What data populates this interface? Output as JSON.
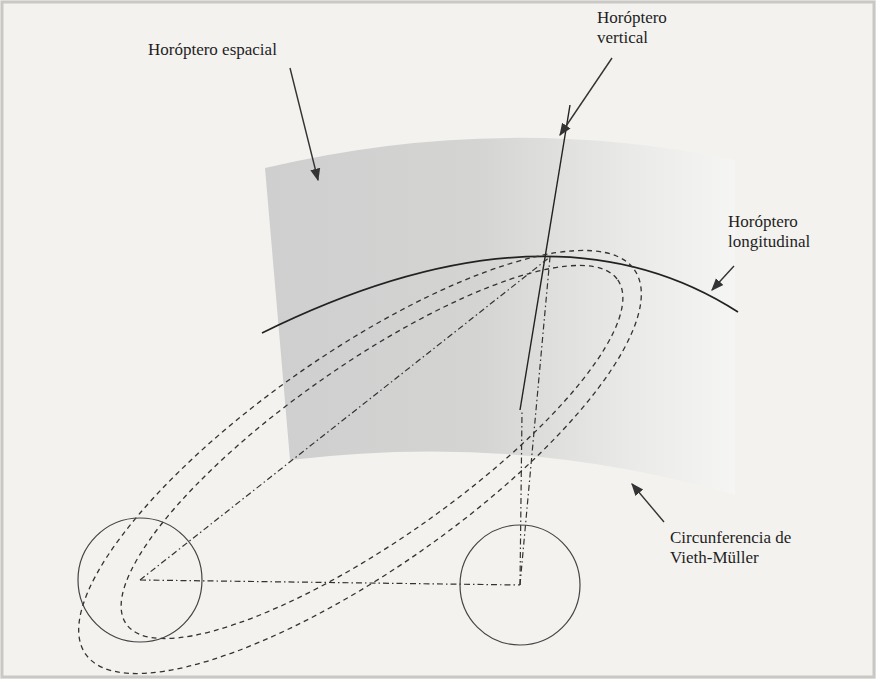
{
  "diagram": {
    "labels": [
      "Horóptero espacial",
      "Horóptero vertical",
      "Horóptero longitudinal",
      "Circunferencia de Vieth-Müller"
    ]
  }
}
